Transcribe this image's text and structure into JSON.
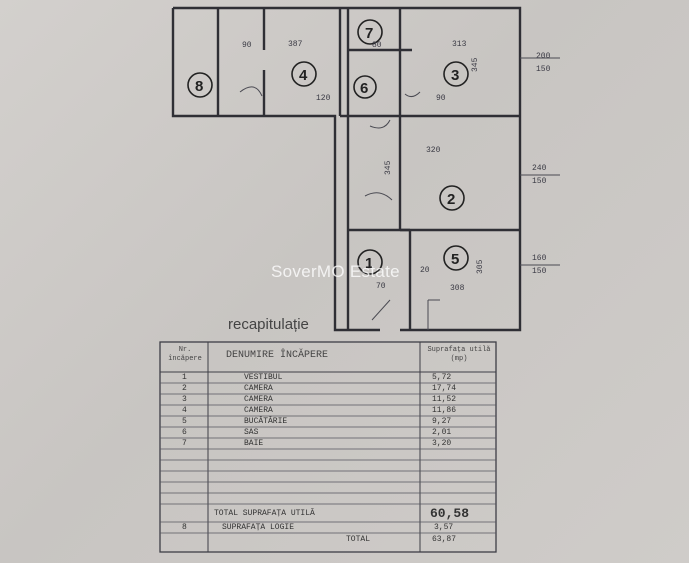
{
  "watermark": "SoverMO Estate",
  "plan": {
    "rooms": [
      {
        "number": "1"
      },
      {
        "number": "2"
      },
      {
        "number": "3"
      },
      {
        "number": "4"
      },
      {
        "number": "5"
      },
      {
        "number": "6"
      },
      {
        "number": "7"
      },
      {
        "number": "8"
      }
    ],
    "dimensions": {
      "d_387": "387",
      "d_313": "313",
      "d_320": "320",
      "d_308": "308",
      "d_240": "240",
      "d_150a": "150",
      "d_150b": "150",
      "d_150c": "150",
      "d_160": "160",
      "d_200": "200",
      "d_90a": "90",
      "d_90b": "90",
      "d_80": "80",
      "d_120": "120",
      "d_345a": "345",
      "d_345b": "345",
      "d_305": "305",
      "d_70": "70",
      "d_20": "20"
    }
  },
  "recap": {
    "title": "recapitulație",
    "headers": {
      "nr": "Nr. încăpere",
      "name": "DENUMIRE ÎNCĂPERE",
      "area": "Suprafața utilă (mp)"
    },
    "rows": [
      {
        "nr": "1",
        "name": "VESTIBUL",
        "area": "5,72"
      },
      {
        "nr": "2",
        "name": "CAMERA",
        "area": "17,74"
      },
      {
        "nr": "3",
        "name": "CAMERA",
        "area": "11,52"
      },
      {
        "nr": "4",
        "name": "CAMERA",
        "area": "11,86"
      },
      {
        "nr": "5",
        "name": "BUCĂTĂRIE",
        "area": "9,27"
      },
      {
        "nr": "6",
        "name": "SAS",
        "area": "2,01"
      },
      {
        "nr": "7",
        "name": "BAIE",
        "area": "3,20"
      }
    ],
    "total_util_label": "TOTAL SUPRAFAȚA UTILĂ",
    "total_util_value": "60,58",
    "loggia_nr": "8",
    "loggia_label": "SUPRAFAȚA LOGIE",
    "loggia_value": "3,57",
    "total_label": "TOTAL",
    "total_value": "63,87"
  }
}
